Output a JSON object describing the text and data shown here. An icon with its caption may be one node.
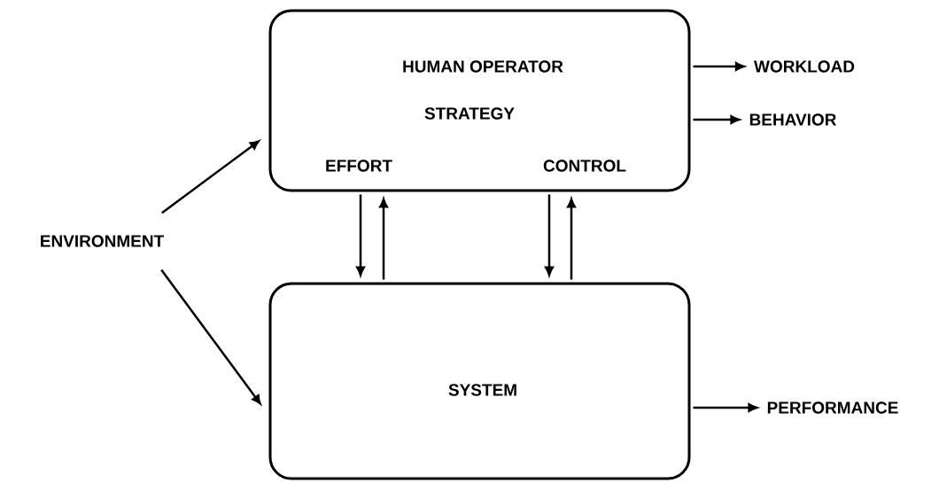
{
  "diagram": {
    "nodes": [
      {
        "text": [
          "HUMAN OPERATOR",
          "STRATEGY",
          "EFFORT",
          "CONTROL"
        ]
      },
      {
        "text": [
          "SYSTEM"
        ]
      },
      {
        "text": [
          "ENVIRONMENT"
        ]
      },
      {
        "text": [
          "WORKLOAD"
        ]
      },
      {
        "text": [
          "BEHAVIOR"
        ]
      },
      {
        "text": [
          "PERFORMANCE"
        ]
      }
    ],
    "edges": [
      {
        "from": 2,
        "to": 0,
        "arrow": "to"
      },
      {
        "from": 2,
        "to": 1,
        "arrow": "to"
      },
      {
        "from": 0,
        "to": 3,
        "arrow": "to"
      },
      {
        "from": 0,
        "to": 4,
        "arrow": "to"
      },
      {
        "from": 1,
        "to": 5,
        "arrow": "to"
      },
      {
        "from": 0,
        "to": 1,
        "arrow": "to"
      },
      {
        "from": 1,
        "to": 0,
        "arrow": "to"
      },
      {
        "from": 0,
        "to": 1,
        "arrow": "to"
      },
      {
        "from": 1,
        "to": 0,
        "arrow": "to"
      }
    ]
  }
}
